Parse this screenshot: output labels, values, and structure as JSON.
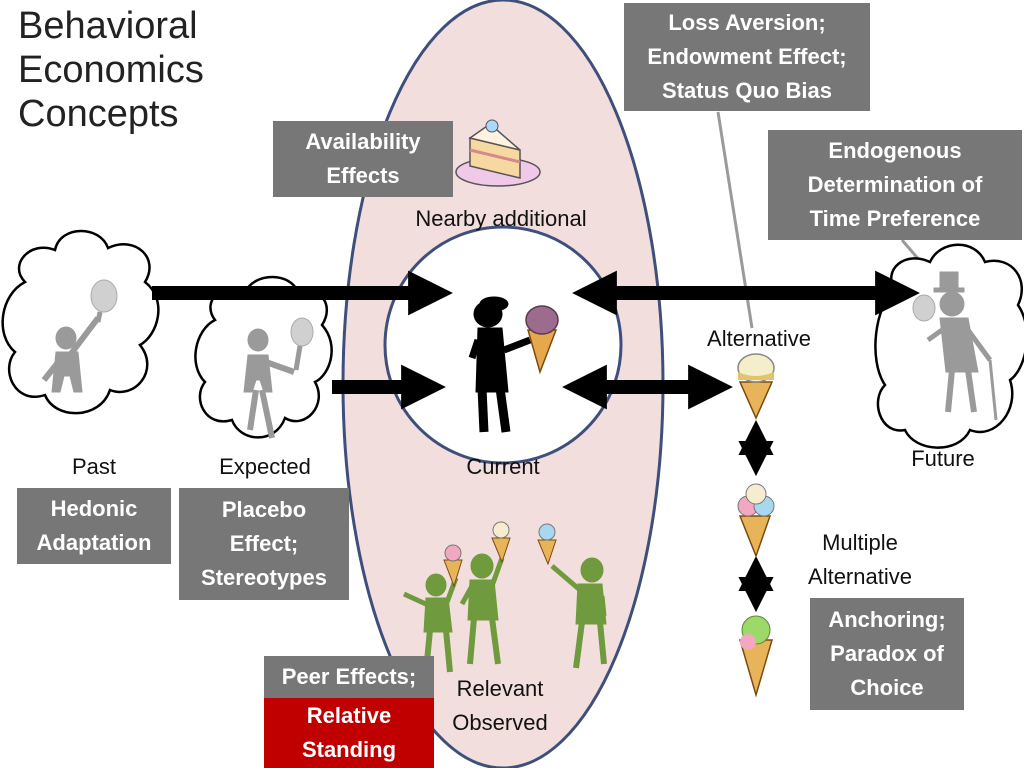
{
  "title": {
    "line1": "Behavioral",
    "line2": "Economics",
    "line3": "Concepts"
  },
  "concept_boxes": {
    "availability": {
      "line1": "Availability",
      "line2": "Effects"
    },
    "loss_aversion": {
      "line1": "Loss Aversion;",
      "line2": "Endowment Effect;",
      "line3": "Status Quo Bias"
    },
    "endogenous": {
      "line1": "Endogenous",
      "line2": "Determination  of",
      "line3": "Time Preference"
    },
    "hedonic": {
      "line1": "Hedonic",
      "line2": "Adaptation"
    },
    "placebo": {
      "line1": "Placebo",
      "line2": "Effect;",
      "line3": "Stereotypes"
    },
    "peer": {
      "line1": "Peer Effects;"
    },
    "relative": {
      "line1": "Relative",
      "line2": "Standing"
    },
    "anchoring": {
      "line1": "Anchoring;",
      "line2": "Paradox of",
      "line3": "Choice"
    }
  },
  "labels": {
    "nearby": "Nearby additional",
    "past": "Past",
    "expected": "Expected",
    "current": "Current",
    "alternative": "Alternative",
    "future": "Future",
    "multiple_line1": "Multiple",
    "multiple_line2": "Alternative",
    "relevant_line1": "Relevant",
    "relevant_line2": "Observed"
  },
  "icons": [
    "cake-icon",
    "ice-cream-cone-icon",
    "person-with-ice-cream-icon",
    "thought-cloud-icon",
    "double-arrow-icon"
  ],
  "colors": {
    "oval_fill": "#f3dede",
    "oval_stroke": "#3d4f7a",
    "box_gray": "#777777",
    "box_red": "#c00000",
    "figure_green": "#6f9a3e",
    "arrow": "#000000"
  }
}
